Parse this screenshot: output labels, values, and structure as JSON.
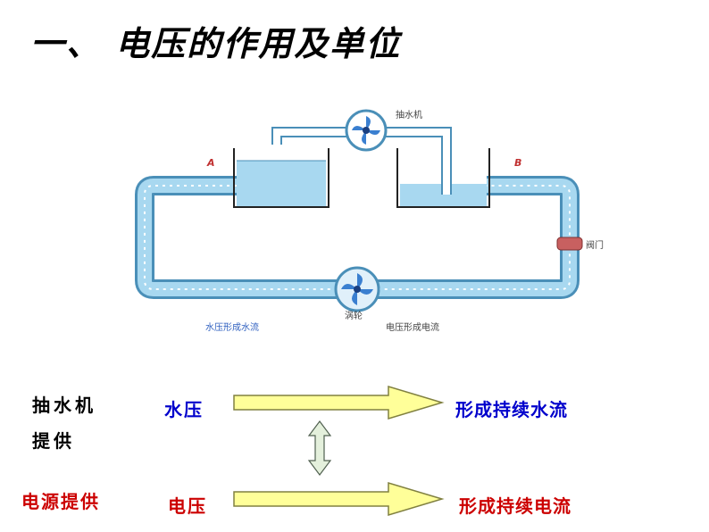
{
  "title": "一、 电压的作用及单位",
  "diagram": {
    "label_A": "A",
    "label_B": "B",
    "pump_top_label": "抽水机",
    "valve_label": "阀门",
    "turbine_label": "涡轮",
    "caption_left": "水压形成水流",
    "caption_right": "电压形成电流"
  },
  "analogy": {
    "row1_left": [
      "抽水机",
      "提供"
    ],
    "row1_middle": "水压",
    "row1_right": "形成持续水流",
    "row2_left": "电源提供",
    "row2_middle": "电压",
    "row2_right": "形成持续电流"
  },
  "colors": {
    "water": "#a8d8f0",
    "pipe_outline": "#4a8fb8",
    "arrow_fill": "#ffff99",
    "arrow_stroke": "#808040",
    "blue_text": "#0000cc",
    "red_text": "#cc0000"
  }
}
